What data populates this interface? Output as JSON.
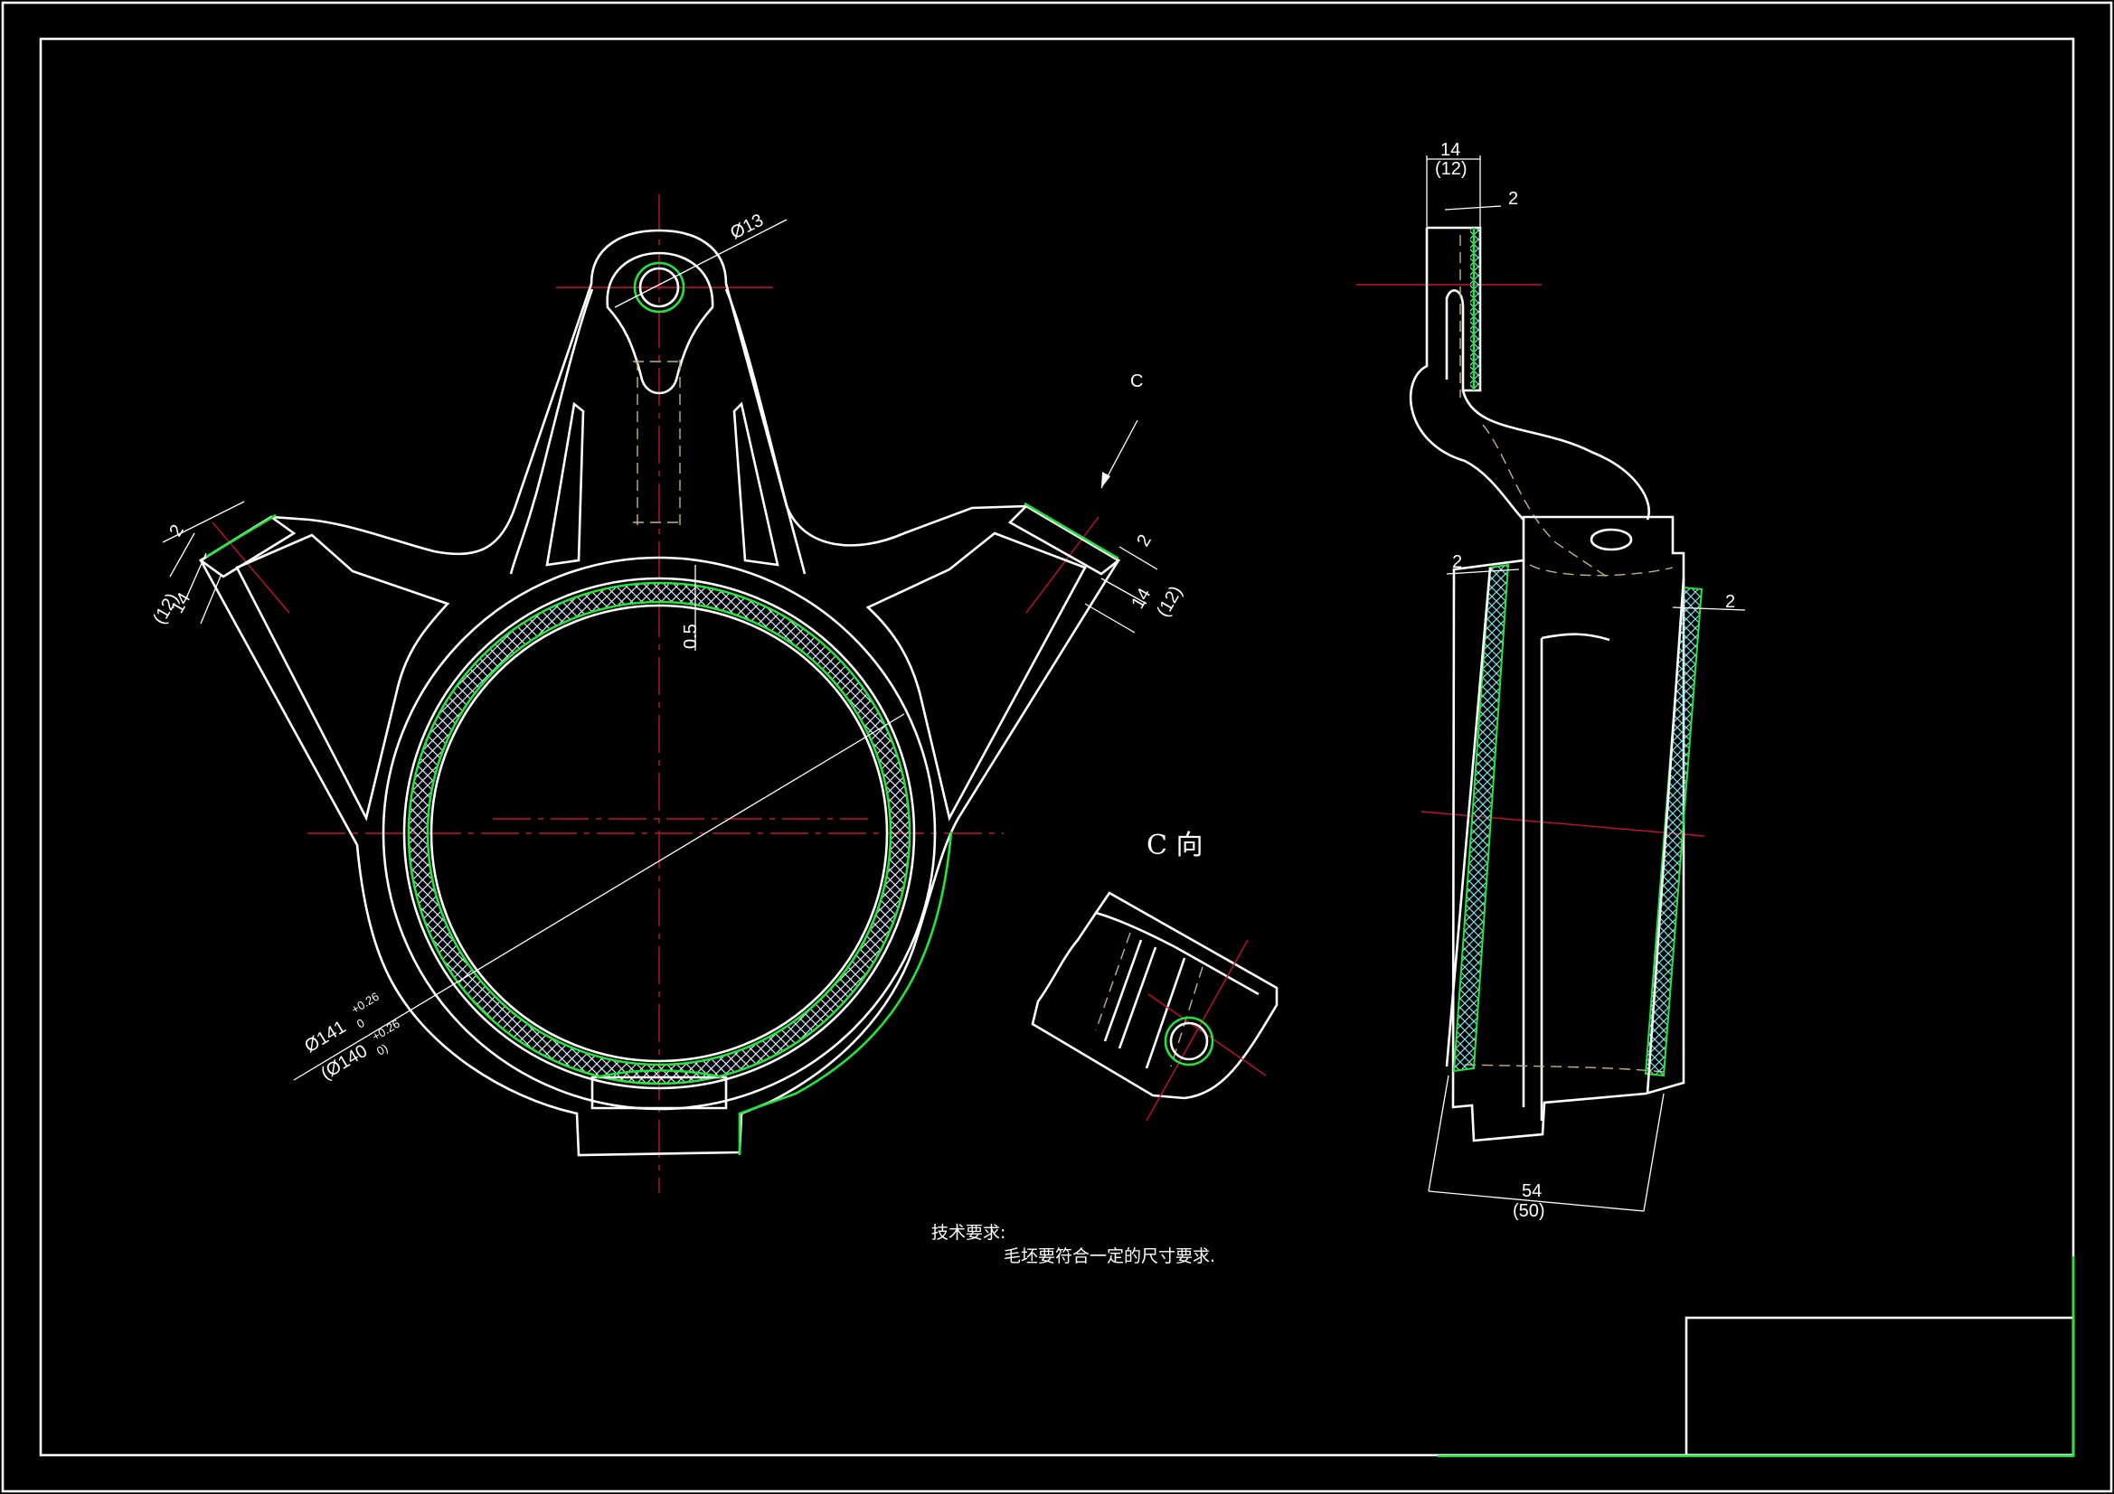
{
  "colors": {
    "background": "#000000",
    "outline": "#ffffff",
    "center_line": "#c8102e",
    "machining_allowance": "#22e53a",
    "hidden_line": "#c8b27a"
  },
  "front_view": {
    "hole_diameter": "Ø13",
    "bore_diameter": "Ø141",
    "bore_tolerance": "+0.26",
    "bore_tolerance_lower": "0",
    "bore_diameter_finished": "(Ø140",
    "bore_finished_tolerance": "+0.26",
    "bore_finished_tolerance_lower": "0)",
    "allowance_bore": "0.5",
    "left_flange_allowance": "2",
    "left_flange_thickness": "14",
    "left_flange_thickness_finished": "(12)",
    "right_flange_allowance": "2",
    "right_flange_thickness": "14",
    "right_flange_thickness_finished": "(12)",
    "view_arrow_label": "C"
  },
  "view_c": {
    "title": "C 向"
  },
  "side_view": {
    "top_width": "14",
    "top_width_finished": "(12)",
    "top_allowance": "2",
    "left_allowance": "2",
    "right_allowance": "2",
    "bottom_width": "54",
    "bottom_width_finished": "(50)"
  },
  "notes": {
    "heading": "技术要求:",
    "line1": "毛坯要符合一定的尺寸要求."
  }
}
